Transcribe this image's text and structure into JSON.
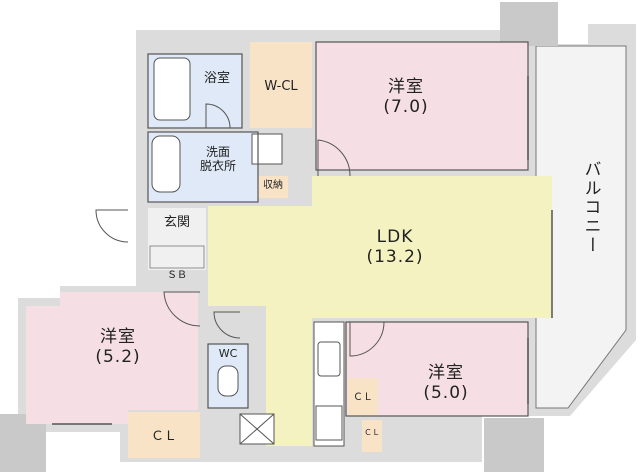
{
  "rooms": {
    "bedroom_north": {
      "name": "洋室",
      "size": "(7.0)"
    },
    "ldk": {
      "name": "LDK",
      "size": "(13.2)"
    },
    "bedroom_west": {
      "name": "洋室",
      "size": "(5.2)"
    },
    "bedroom_south": {
      "name": "洋室",
      "size": "(5.0)"
    },
    "bath": {
      "name": "浴室"
    },
    "walk_in_closet": {
      "name": "W-CL"
    },
    "washroom": {
      "name": "洗面\n脱衣所"
    },
    "storage": {
      "name": "収納"
    },
    "entrance": {
      "name": "玄関"
    },
    "shoe_box": {
      "name": "ＳＢ"
    },
    "toilet": {
      "name": "WC"
    },
    "closet_west": {
      "name": "ＣＬ"
    },
    "closet_south_a": {
      "name": "ＣＬ"
    },
    "closet_south_b": {
      "name": "ＣＬ"
    },
    "balcony": {
      "name": "バルコニー"
    }
  },
  "colors": {
    "wall": "#dcdcdc",
    "bedroom": "#f6dfe4",
    "ldk": "#f4f2c0",
    "wet_area": "#dfe9f7",
    "closet": "#f8e3c6",
    "outline": "#555555"
  }
}
